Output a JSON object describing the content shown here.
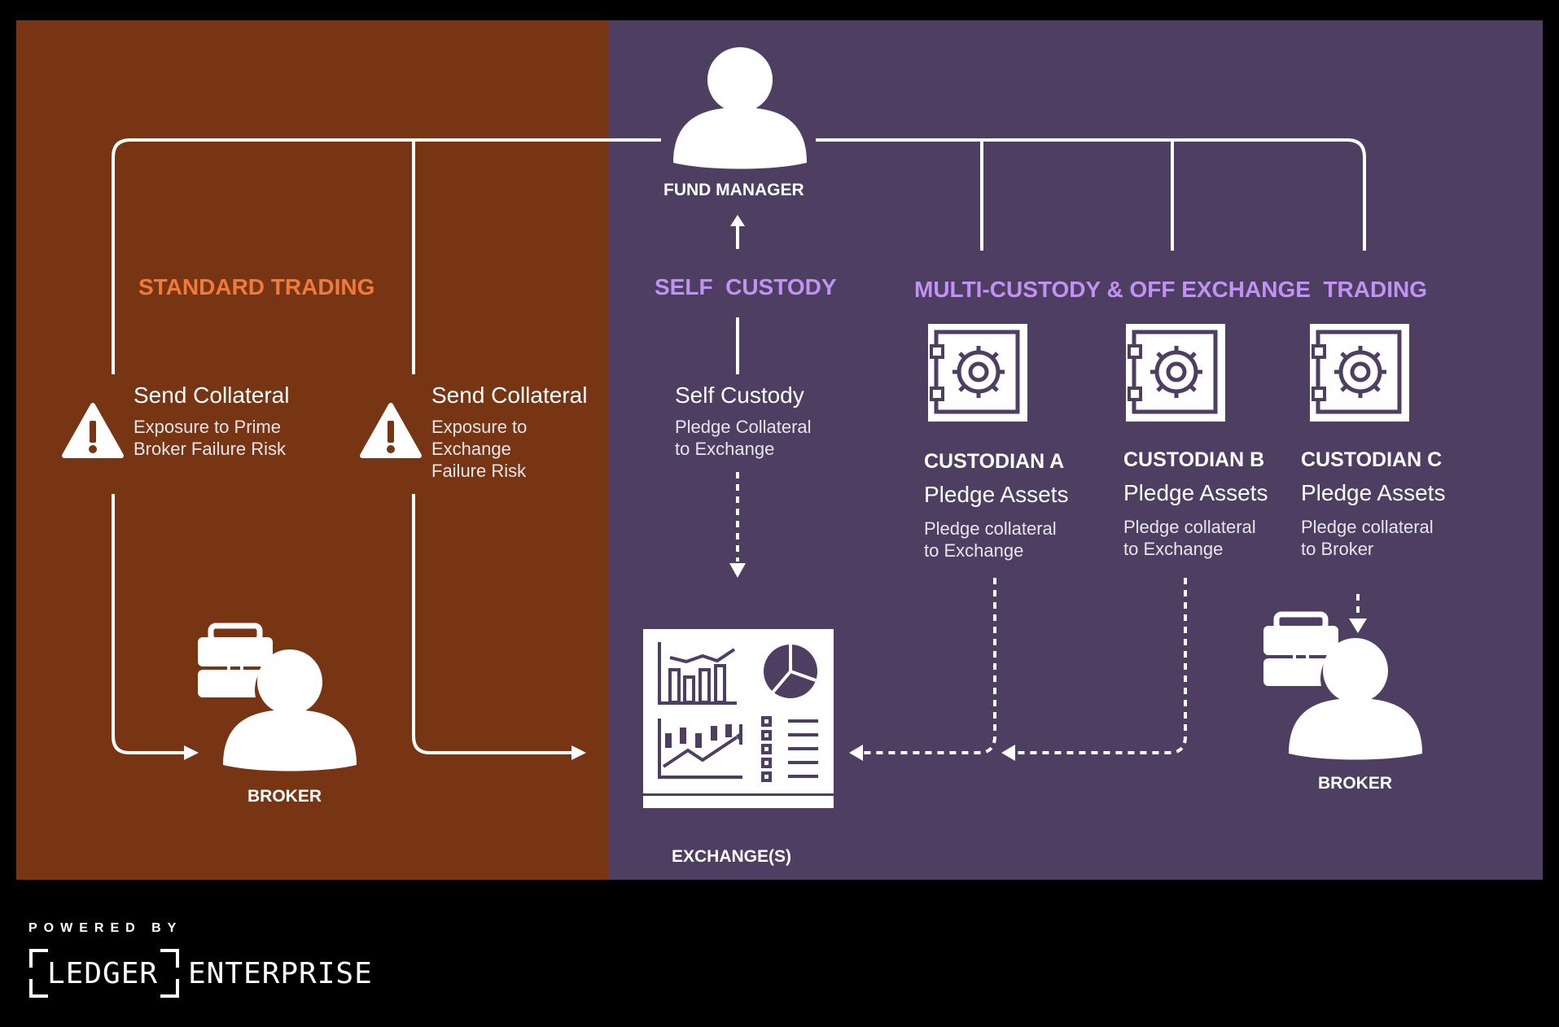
{
  "sections": {
    "standard_trading": "STANDARD TRADING",
    "self_custody": "SELF  CUSTODY",
    "multi_custody": "MULTI-CUSTODY & OFF EXCHANGE  TRADING"
  },
  "nodes": {
    "fund_manager": "FUND MANAGER",
    "broker_left": "BROKER",
    "broker_right": "BROKER",
    "exchanges": "EXCHANGE(S)"
  },
  "flows": {
    "collateral_1": {
      "title": "Send Collateral",
      "lines": [
        "Exposure to Prime",
        "Broker Failure Risk"
      ]
    },
    "collateral_2": {
      "title": "Send Collateral",
      "lines": [
        "Exposure to",
        "Exchange",
        "Failure Risk"
      ]
    },
    "self_custody": {
      "title": "Self Custody",
      "lines": [
        "Pledge Collateral",
        "to Exchange"
      ]
    }
  },
  "custodians": [
    {
      "name": "CUSTODIAN A",
      "title": "Pledge Assets",
      "lines": [
        "Pledge collateral",
        "to Exchange"
      ]
    },
    {
      "name": "CUSTODIAN B",
      "title": "Pledge Assets",
      "lines": [
        "Pledge collateral",
        "to Exchange"
      ]
    },
    {
      "name": "CUSTODIAN C",
      "title": "Pledge Assets",
      "lines": [
        "Pledge collateral",
        "to Broker"
      ]
    }
  ],
  "footer": {
    "powered_by": "POWERED BY",
    "logo_left": "LEDGER",
    "logo_right": "ENTERPRISE"
  },
  "colors": {
    "left_panel": "#773514",
    "right_panel": "#4e3f62",
    "orange_accent": "#f07a3a",
    "purple_accent": "#c191f3"
  },
  "icons": [
    "person-icon",
    "briefcase-icon",
    "warning-icon",
    "safe-icon",
    "dashboard-icon"
  ]
}
